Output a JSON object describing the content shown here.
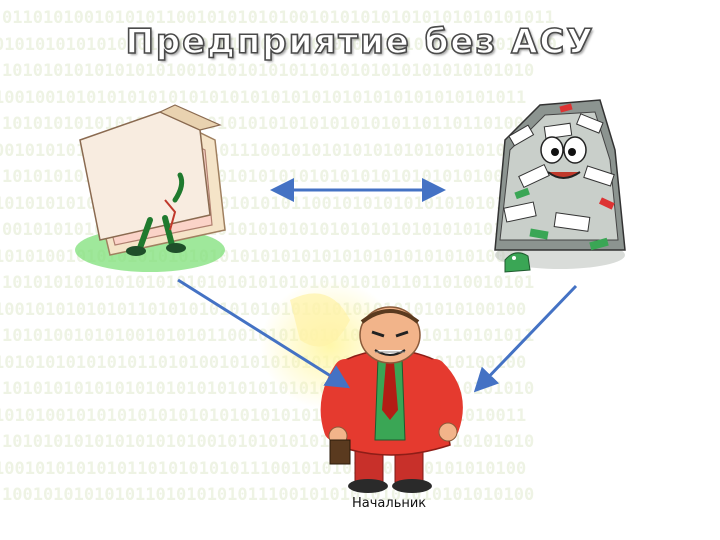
{
  "title": "Предприятие без АСУ",
  "boss_label": "Начальник",
  "background_binary": [
    "011010100101010110010101010100101010101010101010101011",
    "0101010101010101010101010101001010101010101010101010100",
    "1010101010101010100101010101011010101010101010101010",
    "1001001010101010101010101010101010101010101010101011",
    "1010101010101001010101010101010101010101101101101001",
    "0010101010101010100101011100101010101010101010101001",
    "1010101010101010101010101010101010101010101010100101",
    "1010101010101010010101010101011001010101010101010100",
    "0010101010101010101010101010101010101010101010101010",
    "1010100101010101010101010101010101010101010101010011",
    "1010101010101010101010101010101010101011011010010101",
    "1001010101010110101010101010101010101010101010100100",
    "1010100101010010101011001010100101010101010110101011",
    "1010101010101011010100101010101010101010101010100100",
    "1010101010101010101010101010101010101010010010101010",
    "1010100101010101010101010101010101010101010101010011",
    "1010101010101010101001010101010101011011010010101010",
    "1001010101010110101010101110010101010101010101010100",
    "1001010101010110101010101110010101010101010101010100"
  ],
  "colors": {
    "arrow": "#4472c4",
    "binary_text": "#eef3e4",
    "title_outline": "#4a4a4a",
    "boss_jacket": "#e53a2f",
    "boss_shirt": "#3aa655"
  },
  "icons": {
    "folder": "folder-with-papers-icon",
    "paper_pile": "paper-pile-monster-icon",
    "boss": "boss-figure-icon"
  }
}
